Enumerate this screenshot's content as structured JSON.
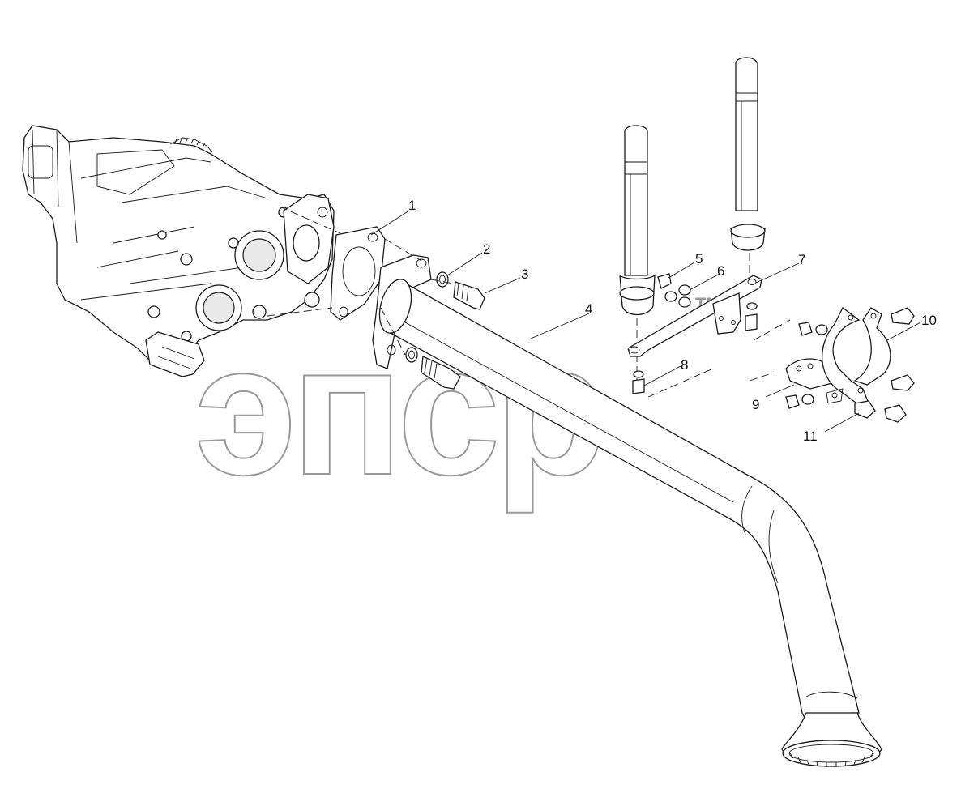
{
  "diagram": {
    "callouts": [
      {
        "id": "1",
        "label": "1"
      },
      {
        "id": "2",
        "label": "2"
      },
      {
        "id": "3",
        "label": "3"
      },
      {
        "id": "4",
        "label": "4"
      },
      {
        "id": "5",
        "label": "5"
      },
      {
        "id": "6",
        "label": "6"
      },
      {
        "id": "7",
        "label": "7"
      },
      {
        "id": "8",
        "label": "8"
      },
      {
        "id": "9",
        "label": "9"
      },
      {
        "id": "10",
        "label": "10"
      },
      {
        "id": "11",
        "label": "11"
      }
    ],
    "watermark": {
      "text": "эпср",
      "tm": "TM"
    }
  }
}
